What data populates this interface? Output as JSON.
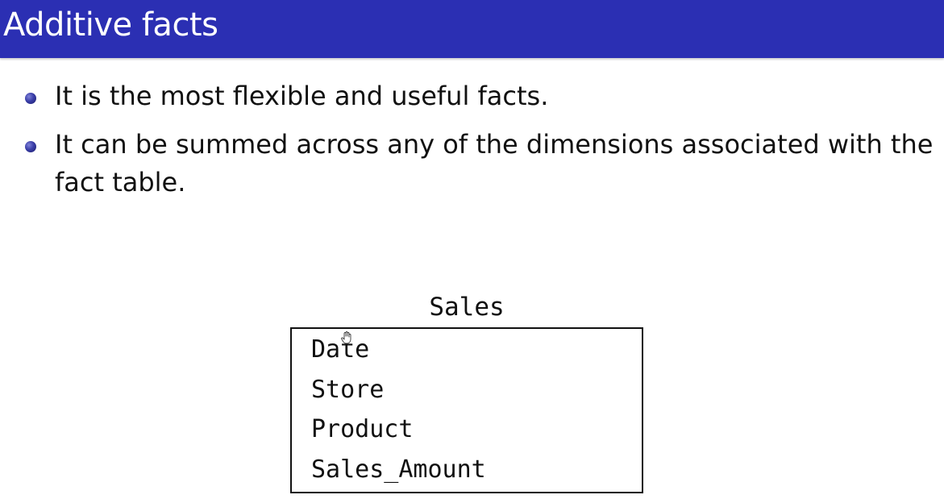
{
  "slide": {
    "title": "Additive facts",
    "accent_color": "#2b2fb3",
    "bullets": [
      "It is the most flexible and useful facts.",
      "It can be summed across any of the dimensions associated with the",
      "fact table."
    ]
  },
  "table": {
    "name": "Sales",
    "fields": [
      "Date",
      "Store",
      "Product",
      "Sales_Amount"
    ]
  },
  "cursor": {
    "icon": "hand-cursor-icon"
  }
}
